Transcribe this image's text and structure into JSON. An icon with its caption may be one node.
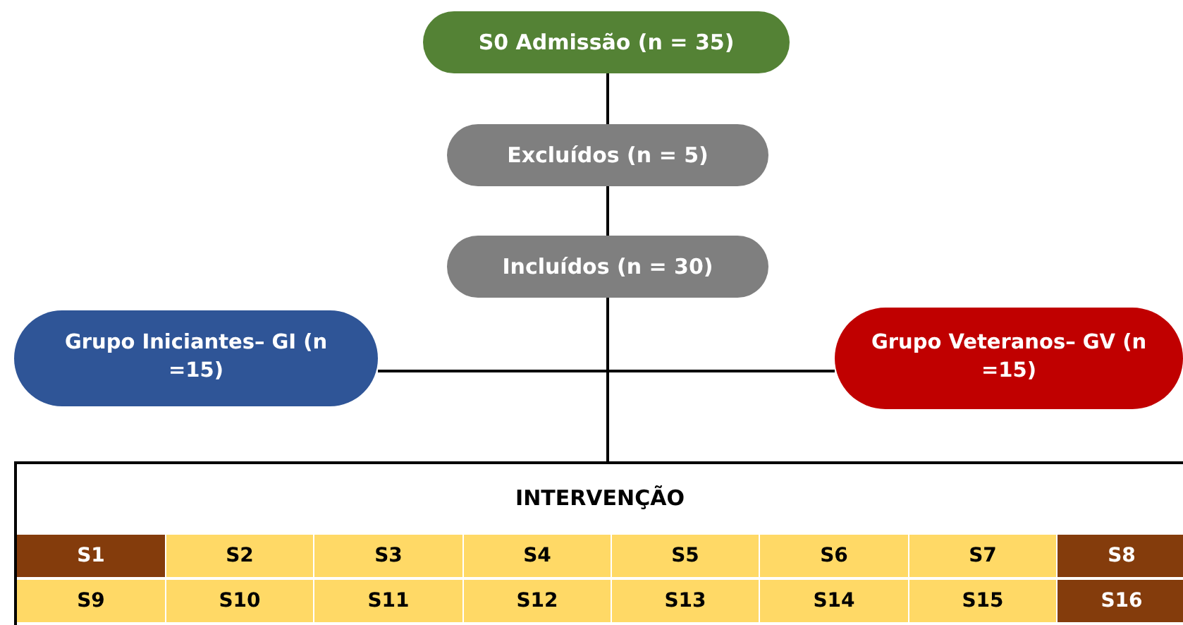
{
  "diagram": {
    "nodes": [
      {
        "text": [
          "S0 Admissão (n = 35)"
        ]
      },
      {
        "text": [
          "Excluídos (n = 5)"
        ]
      },
      {
        "text": [
          "Incluídos (n = 30)"
        ]
      },
      {
        "text": [
          "Grupo Iniciantes– GI (n =15)"
        ]
      },
      {
        "text": [
          "Grupo Veteranos– GV (n =15)"
        ]
      },
      {
        "text": [
          "INTERVENÇÃO"
        ]
      },
      {
        "text": [
          "S1"
        ],
        "in": 5
      },
      {
        "text": [
          "S2"
        ],
        "in": 5
      },
      {
        "text": [
          "S3"
        ],
        "in": 5
      },
      {
        "text": [
          "S4"
        ],
        "in": 5
      },
      {
        "text": [
          "S5"
        ],
        "in": 5
      },
      {
        "text": [
          "S6"
        ],
        "in": 5
      },
      {
        "text": [
          "S7"
        ],
        "in": 5
      },
      {
        "text": [
          "S8"
        ],
        "in": 5
      },
      {
        "text": [
          "S9"
        ],
        "in": 5
      },
      {
        "text": [
          "S10"
        ],
        "in": 5
      },
      {
        "text": [
          "S11"
        ],
        "in": 5
      },
      {
        "text": [
          "S12"
        ],
        "in": 5
      },
      {
        "text": [
          "S13"
        ],
        "in": 5
      },
      {
        "text": [
          "S14"
        ],
        "in": 5
      },
      {
        "text": [
          "S15"
        ],
        "in": 5
      },
      {
        "text": [
          "S16"
        ],
        "in": 5
      }
    ],
    "edges": [
      {
        "from": 0,
        "to": 1,
        "arrow": "none"
      },
      {
        "from": 1,
        "to": 2,
        "arrow": "none"
      },
      {
        "from": 2,
        "to": 3,
        "arrow": "none"
      },
      {
        "from": 2,
        "to": 4,
        "arrow": "none"
      },
      {
        "from": 2,
        "to": 5,
        "arrow": "none"
      }
    ]
  }
}
